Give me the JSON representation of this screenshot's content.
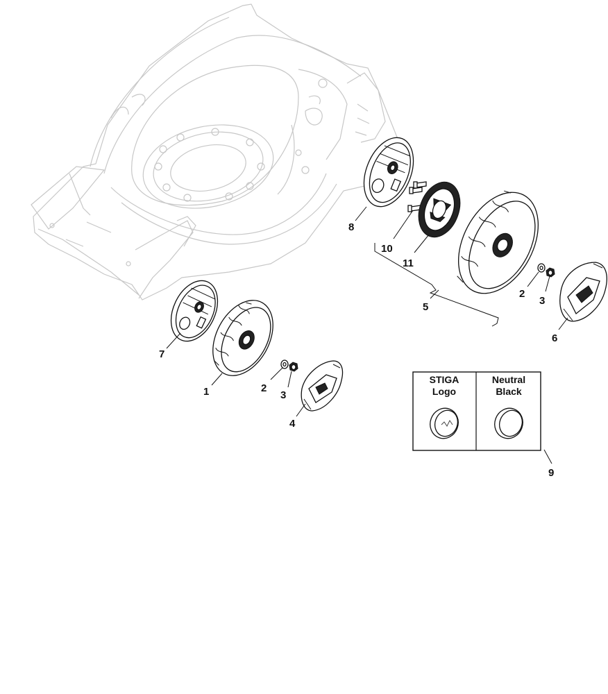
{
  "callouts": [
    {
      "id": "1",
      "text": "1"
    },
    {
      "id": "2a",
      "text": "2"
    },
    {
      "id": "2b",
      "text": "2"
    },
    {
      "id": "3a",
      "text": "3"
    },
    {
      "id": "3b",
      "text": "3"
    },
    {
      "id": "4",
      "text": "4"
    },
    {
      "id": "5",
      "text": "5"
    },
    {
      "id": "6",
      "text": "6"
    },
    {
      "id": "7",
      "text": "7"
    },
    {
      "id": "8",
      "text": "8"
    },
    {
      "id": "9",
      "text": "9"
    },
    {
      "id": "10",
      "text": "10"
    },
    {
      "id": "11",
      "text": "11"
    }
  ],
  "variant_box": {
    "left_line1": "STIGA",
    "left_line2": "Logo",
    "right_line1": "Neutral",
    "right_line2": "Black"
  },
  "colors": {
    "line": "#111111",
    "deck_line": "#c7c7c7",
    "background": "#ffffff"
  }
}
